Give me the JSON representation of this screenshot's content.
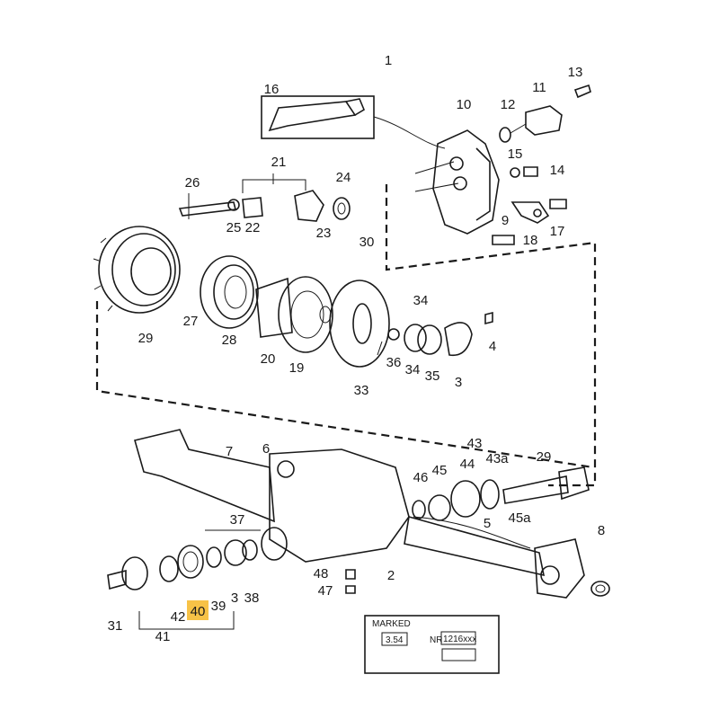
{
  "labels": {
    "l1": "1",
    "l2": "2",
    "l3a": "3",
    "l3b": "3",
    "l4": "4",
    "l5": "5",
    "l6": "6",
    "l7": "7",
    "l8": "8",
    "l9": "9",
    "l10": "10",
    "l11": "11",
    "l12": "12",
    "l13": "13",
    "l14": "14",
    "l15": "15",
    "l16": "16",
    "l17": "17",
    "l18": "18",
    "l19": "19",
    "l20": "20",
    "l21": "21",
    "l22": "22",
    "l23": "23",
    "l24": "24",
    "l25": "25",
    "l26": "26",
    "l27": "27",
    "l28": "28",
    "l29a": "29",
    "l29b": "29",
    "l30": "30",
    "l31": "31",
    "l33": "33",
    "l34a": "34",
    "l34b": "34",
    "l35": "35",
    "l36": "36",
    "l37": "37",
    "l38": "38",
    "l39": "39",
    "l40": "40",
    "l41": "41",
    "l42": "42",
    "l43": "43",
    "l43a": "43a",
    "l44": "44",
    "l45": "45",
    "l45a": "45a",
    "l46": "46",
    "l47": "47",
    "l48": "48"
  },
  "highlight": {
    "part": "40",
    "color": "#f7c247"
  },
  "marking_plate": {
    "title": "MARKED",
    "ratio_value": "3.54",
    "nr_label": "NR",
    "nr_value": "1216xxx"
  }
}
